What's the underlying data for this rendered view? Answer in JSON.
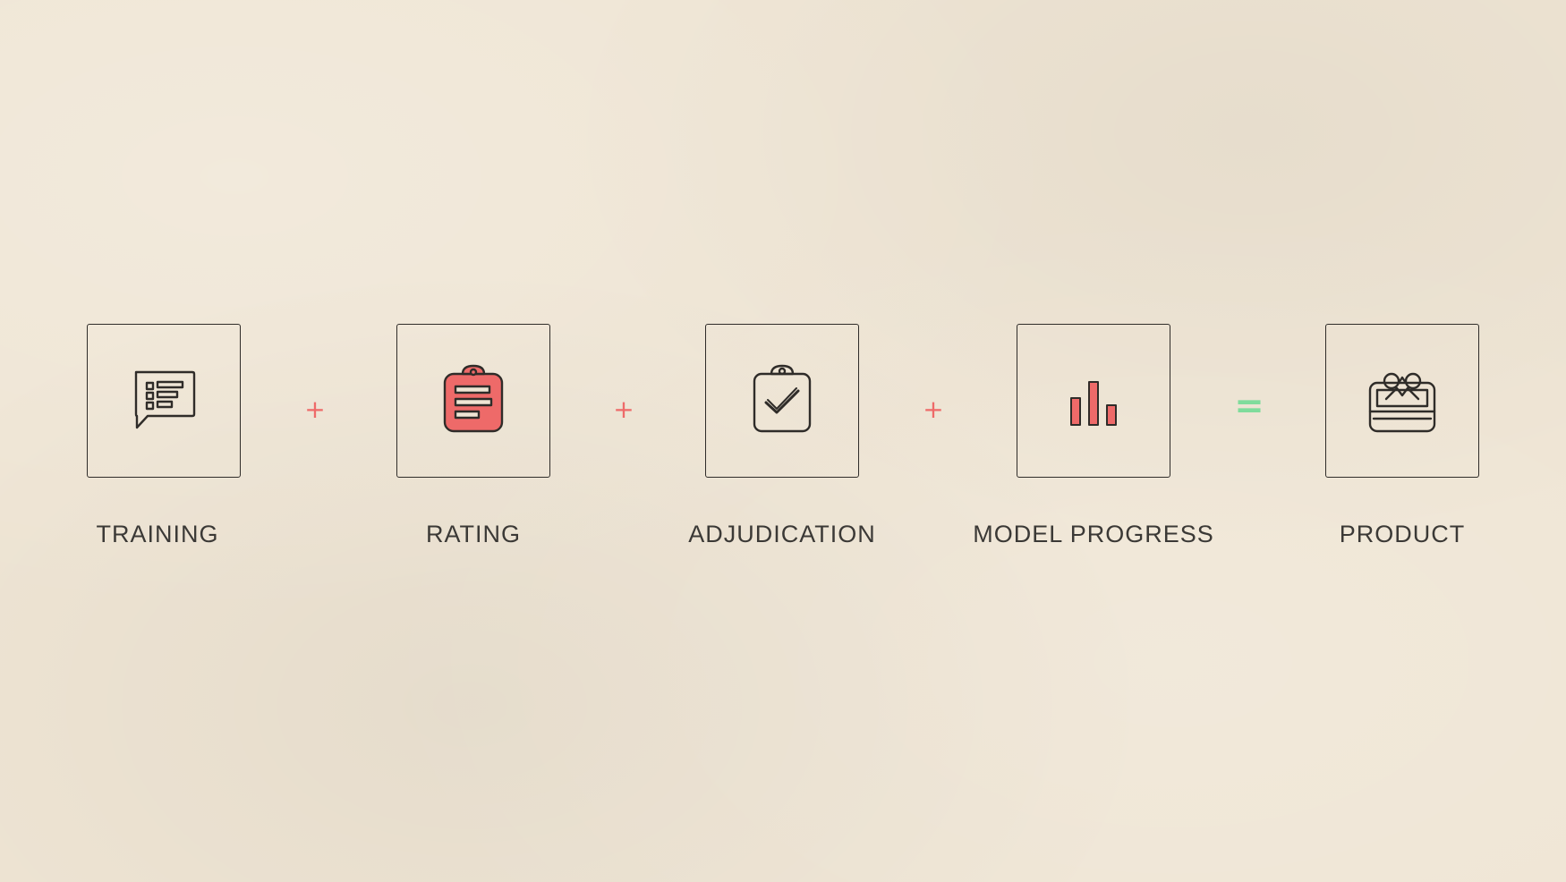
{
  "flow": {
    "steps": [
      {
        "label": "TRAINING",
        "icon": "chat-list-icon"
      },
      {
        "label": "RATING",
        "icon": "clipboard-icon"
      },
      {
        "label": "ADJUDICATION",
        "icon": "clipboard-check-icon"
      },
      {
        "label": "MODEL PROGRESS",
        "icon": "bar-chart-icon"
      },
      {
        "label": "PRODUCT",
        "icon": "gift-box-icon"
      }
    ],
    "operators": [
      "+",
      "+",
      "+",
      "="
    ]
  },
  "colors": {
    "background": "#efe5d4",
    "ink": "#2f2c29",
    "accent_red": "#ee6a69",
    "accent_green": "#7fdc9c",
    "label_text": "#3b3936"
  }
}
